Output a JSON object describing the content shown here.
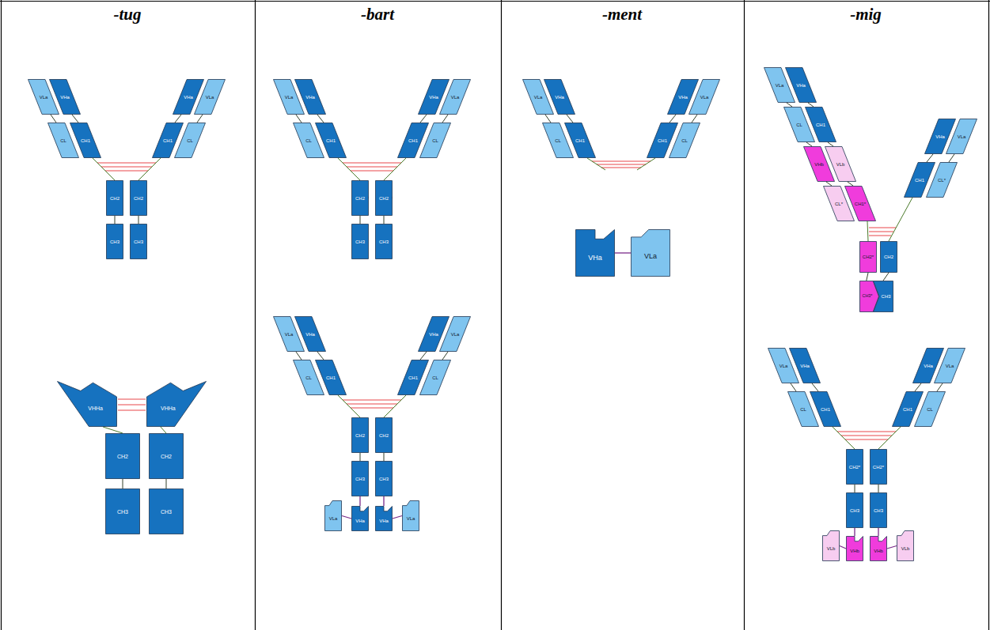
{
  "diagram": {
    "nodes": [
      {
        "text": [
          "VLa"
        ]
      },
      {
        "text": [
          "VHa"
        ]
      },
      {
        "text": [
          "VHa"
        ]
      },
      {
        "text": [
          "VLa"
        ]
      },
      {
        "text": [
          "CL"
        ]
      },
      {
        "text": [
          "CH1"
        ]
      },
      {
        "text": [
          "CH1"
        ]
      },
      {
        "text": [
          "CL"
        ]
      },
      {
        "text": [
          "CH2"
        ]
      },
      {
        "text": [
          "CH2"
        ]
      },
      {
        "text": [
          "CH3"
        ]
      },
      {
        "text": [
          "CH3"
        ]
      },
      {
        "text": [
          "VHHa"
        ]
      },
      {
        "text": [
          "VHHa"
        ]
      },
      {
        "text": [
          "CH2"
        ]
      },
      {
        "text": [
          "CH2"
        ]
      },
      {
        "text": [
          "CH3"
        ]
      },
      {
        "text": [
          "CH3"
        ]
      },
      {
        "text": [
          "VLa"
        ]
      },
      {
        "text": [
          "VHa"
        ]
      },
      {
        "text": [
          "VHa"
        ]
      },
      {
        "text": [
          "VLa"
        ]
      },
      {
        "text": [
          "CL"
        ]
      },
      {
        "text": [
          "CH1"
        ]
      },
      {
        "text": [
          "CH1"
        ]
      },
      {
        "text": [
          "CL"
        ]
      },
      {
        "text": [
          "CH2"
        ]
      },
      {
        "text": [
          "CH2"
        ]
      },
      {
        "text": [
          "CH3"
        ]
      },
      {
        "text": [
          "CH3"
        ]
      },
      {
        "text": [
          "VLa"
        ]
      },
      {
        "text": [
          "VHa"
        ]
      },
      {
        "text": [
          "VHa"
        ]
      },
      {
        "text": [
          "VLa"
        ]
      },
      {
        "text": [
          "CL"
        ]
      },
      {
        "text": [
          "CH1"
        ]
      },
      {
        "text": [
          "CH1"
        ]
      },
      {
        "text": [
          "CL"
        ]
      },
      {
        "text": [
          "CH2"
        ]
      },
      {
        "text": [
          "CH2"
        ]
      },
      {
        "text": [
          "CH3"
        ]
      },
      {
        "text": [
          "CH3"
        ]
      },
      {
        "text": [
          "VLa"
        ]
      },
      {
        "text": [
          "VHa"
        ]
      },
      {
        "text": [
          "VHa"
        ]
      },
      {
        "text": [
          "VLa"
        ]
      },
      {
        "text": [
          "VLa"
        ]
      },
      {
        "text": [
          "VHa"
        ]
      },
      {
        "text": [
          "VHa"
        ]
      },
      {
        "text": [
          "VLa"
        ]
      },
      {
        "text": [
          "CL"
        ]
      },
      {
        "text": [
          "CH1"
        ]
      },
      {
        "text": [
          "CH1"
        ]
      },
      {
        "text": [
          "CL"
        ]
      },
      {
        "text": [
          "VHa"
        ]
      },
      {
        "text": [
          "VLa"
        ]
      },
      {
        "text": [
          "VLa"
        ]
      },
      {
        "text": [
          "VHa"
        ]
      },
      {
        "text": [
          "CL"
        ]
      },
      {
        "text": [
          "CH1"
        ]
      },
      {
        "text": [
          "VHa"
        ]
      },
      {
        "text": [
          "VLa"
        ]
      },
      {
        "text": [
          "VHb"
        ]
      },
      {
        "text": [
          "VLb"
        ]
      },
      {
        "text": [
          "CH1"
        ]
      },
      {
        "text": [
          "CL*"
        ]
      },
      {
        "text": [
          "CL*"
        ]
      },
      {
        "text": [
          "CH1*"
        ]
      },
      {
        "text": [
          "CH2*"
        ]
      },
      {
        "text": [
          "CH2"
        ]
      },
      {
        "text": [
          "CH3*"
        ]
      },
      {
        "text": [
          "CH3"
        ]
      },
      {
        "text": [
          "VLa"
        ]
      },
      {
        "text": [
          "VHa"
        ]
      },
      {
        "text": [
          "VHa"
        ]
      },
      {
        "text": [
          "VLa"
        ]
      },
      {
        "text": [
          "CL"
        ]
      },
      {
        "text": [
          "CH1"
        ]
      },
      {
        "text": [
          "CH1"
        ]
      },
      {
        "text": [
          "CL"
        ]
      },
      {
        "text": [
          "CH2*"
        ]
      },
      {
        "text": [
          "CH2*"
        ]
      },
      {
        "text": [
          "CH3"
        ]
      },
      {
        "text": [
          "CH3"
        ]
      },
      {
        "text": [
          "VLb"
        ]
      },
      {
        "text": [
          "VHb"
        ]
      },
      {
        "text": [
          "VHb"
        ]
      },
      {
        "text": [
          "VLb"
        ]
      }
    ],
    "edges": [
      {
        "from": 0,
        "to": 4,
        "arrow": "none"
      },
      {
        "from": 1,
        "to": 5,
        "arrow": "none"
      },
      {
        "from": 2,
        "to": 6,
        "arrow": "none"
      },
      {
        "from": 3,
        "to": 7,
        "arrow": "none"
      },
      {
        "from": 5,
        "to": 8,
        "arrow": "none"
      },
      {
        "from": 6,
        "to": 9,
        "arrow": "none"
      },
      {
        "from": 8,
        "to": 10,
        "arrow": "none"
      },
      {
        "from": 9,
        "to": 11,
        "arrow": "none"
      },
      {
        "from": 12,
        "to": 14,
        "arrow": "none"
      },
      {
        "from": 13,
        "to": 15,
        "arrow": "none"
      },
      {
        "from": 14,
        "to": 16,
        "arrow": "none"
      },
      {
        "from": 15,
        "to": 17,
        "arrow": "none"
      },
      {
        "from": 18,
        "to": 22,
        "arrow": "none"
      },
      {
        "from": 19,
        "to": 23,
        "arrow": "none"
      },
      {
        "from": 20,
        "to": 24,
        "arrow": "none"
      },
      {
        "from": 21,
        "to": 25,
        "arrow": "none"
      },
      {
        "from": 23,
        "to": 26,
        "arrow": "none"
      },
      {
        "from": 24,
        "to": 27,
        "arrow": "none"
      },
      {
        "from": 26,
        "to": 28,
        "arrow": "none"
      },
      {
        "from": 27,
        "to": 29,
        "arrow": "none"
      },
      {
        "from": 30,
        "to": 34,
        "arrow": "none"
      },
      {
        "from": 31,
        "to": 35,
        "arrow": "none"
      },
      {
        "from": 32,
        "to": 36,
        "arrow": "none"
      },
      {
        "from": 33,
        "to": 37,
        "arrow": "none"
      },
      {
        "from": 35,
        "to": 38,
        "arrow": "none"
      },
      {
        "from": 36,
        "to": 39,
        "arrow": "none"
      },
      {
        "from": 38,
        "to": 40,
        "arrow": "none"
      },
      {
        "from": 39,
        "to": 41,
        "arrow": "none"
      },
      {
        "from": 40,
        "to": 43,
        "arrow": "none"
      },
      {
        "from": 41,
        "to": 44,
        "arrow": "none"
      },
      {
        "from": 43,
        "to": 42,
        "arrow": "none"
      },
      {
        "from": 44,
        "to": 45,
        "arrow": "none"
      },
      {
        "from": 46,
        "to": 50,
        "arrow": "none"
      },
      {
        "from": 47,
        "to": 51,
        "arrow": "none"
      },
      {
        "from": 48,
        "to": 52,
        "arrow": "none"
      },
      {
        "from": 49,
        "to": 53,
        "arrow": "none"
      },
      {
        "from": 54,
        "to": 55,
        "arrow": "none"
      },
      {
        "from": 56,
        "to": 58,
        "arrow": "none"
      },
      {
        "from": 57,
        "to": 59,
        "arrow": "none"
      },
      {
        "from": 58,
        "to": 62,
        "arrow": "none"
      },
      {
        "from": 59,
        "to": 63,
        "arrow": "none"
      },
      {
        "from": 62,
        "to": 66,
        "arrow": "none"
      },
      {
        "from": 63,
        "to": 67,
        "arrow": "none"
      },
      {
        "from": 67,
        "to": 68,
        "arrow": "none"
      },
      {
        "from": 60,
        "to": 64,
        "arrow": "none"
      },
      {
        "from": 61,
        "to": 65,
        "arrow": "none"
      },
      {
        "from": 64,
        "to": 69,
        "arrow": "none"
      },
      {
        "from": 68,
        "to": 70,
        "arrow": "none"
      },
      {
        "from": 69,
        "to": 71,
        "arrow": "none"
      },
      {
        "from": 72,
        "to": 76,
        "arrow": "none"
      },
      {
        "from": 73,
        "to": 77,
        "arrow": "none"
      },
      {
        "from": 74,
        "to": 78,
        "arrow": "none"
      },
      {
        "from": 75,
        "to": 79,
        "arrow": "none"
      },
      {
        "from": 77,
        "to": 80,
        "arrow": "none"
      },
      {
        "from": 78,
        "to": 81,
        "arrow": "none"
      },
      {
        "from": 80,
        "to": 82,
        "arrow": "none"
      },
      {
        "from": 81,
        "to": 83,
        "arrow": "none"
      },
      {
        "from": 82,
        "to": 85,
        "arrow": "none"
      },
      {
        "from": 83,
        "to": 86,
        "arrow": "none"
      },
      {
        "from": 85,
        "to": 84,
        "arrow": "none"
      },
      {
        "from": 86,
        "to": 87,
        "arrow": "none"
      }
    ],
    "labels": [
      "-tug",
      "-bart",
      "-ment",
      "-mig"
    ]
  }
}
